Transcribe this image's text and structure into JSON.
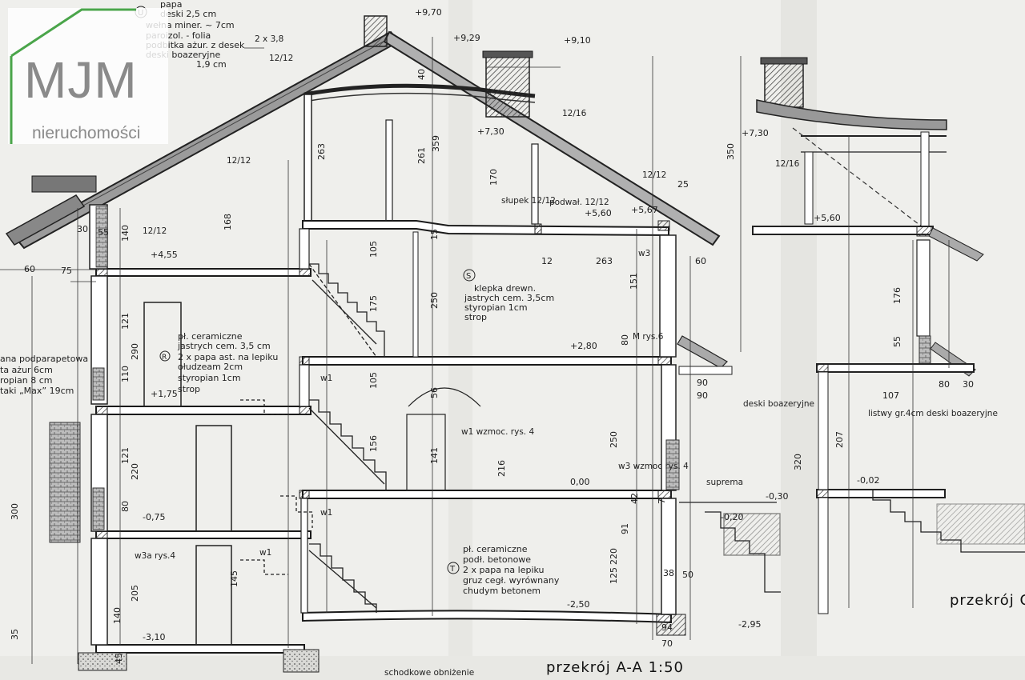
{
  "logo": {
    "main": "MJM",
    "sub": "nieruchomości",
    "accent_color": "#4aa54a"
  },
  "titles": {
    "section_aa": "przekrój A-A 1:50",
    "section_cc": "przekrój C-C"
  },
  "roof_spec": {
    "marker": "U",
    "lines": [
      "papa",
      "deski 2,5 cm",
      "wełna miner. ~ 7cm",
      "paroizol. - folia",
      "podbitka ażur. z desek",
      "deski boazeryjne",
      "1,9 cm"
    ]
  },
  "floor_spec_s": {
    "marker": "S",
    "lines": [
      "klepka drewn.",
      "jastrych cem. 3,5cm",
      "styropian 1cm",
      "strop"
    ]
  },
  "floor_spec_r": {
    "marker": "R",
    "lines": [
      "pł. ceramiczne",
      "jastrych cem. 3,5 cm",
      "2 x papa ast. na lepiku",
      "ołudzeam 2cm",
      "styropian 1cm",
      "strop"
    ]
  },
  "floor_spec_t": {
    "marker": "T",
    "lines": [
      "pł. ceramiczne",
      "podł. betonowe",
      "2 x papa na lepiku",
      "gruz cegł. wyrównany",
      "chudym betonem"
    ]
  },
  "wall_spec": {
    "lines": [
      "ana podparapetowa",
      "ta ażur 6cm",
      "ropian 8 cm",
      "taki „Max” 19cm"
    ]
  },
  "levels": [
    "+9,70",
    "+9,29",
    "+9,10",
    "+7,30",
    "+5,60",
    "+5,67",
    "+4,55",
    "+2,80",
    "+1,75",
    "0,00",
    "-0,75",
    "-2,50",
    "-3,10",
    "-0,30",
    "-0,20",
    "-0,02",
    "-2,95",
    "+7,30",
    "+5,60"
  ],
  "annotations": [
    "2 x 3,8",
    "12/12",
    "12/16",
    "12/12",
    "słupek 12/12",
    "podwał. 12/12",
    "12/12",
    "12/16",
    "12/12",
    "M rys.6",
    "w3",
    "w1",
    "w1 wzmoc. rys. 4",
    "w3 wzmoc rys. 4",
    "w1",
    "w1",
    "w3a rys.4",
    "deski boazeryjne",
    "listwy gr.4cm deski boazeryjne",
    "suprema",
    "schodkowe obniżenie"
  ],
  "dimensions": [
    "263",
    "261",
    "359",
    "170",
    "168",
    "140",
    "105",
    "175",
    "250",
    "151",
    "263",
    "80",
    "105",
    "56",
    "156",
    "141",
    "216",
    "250",
    "121",
    "121",
    "220",
    "290",
    "110",
    "80",
    "300",
    "145",
    "205",
    "140",
    "220",
    "125",
    "91",
    "35",
    "45",
    "75",
    "60",
    "30",
    "55",
    "12",
    "90",
    "70",
    "38",
    "50",
    "25",
    "350",
    "176",
    "55",
    "207",
    "320",
    "107",
    "80",
    "30",
    "60",
    "90",
    "94",
    "40",
    "15",
    "42",
    "7"
  ]
}
